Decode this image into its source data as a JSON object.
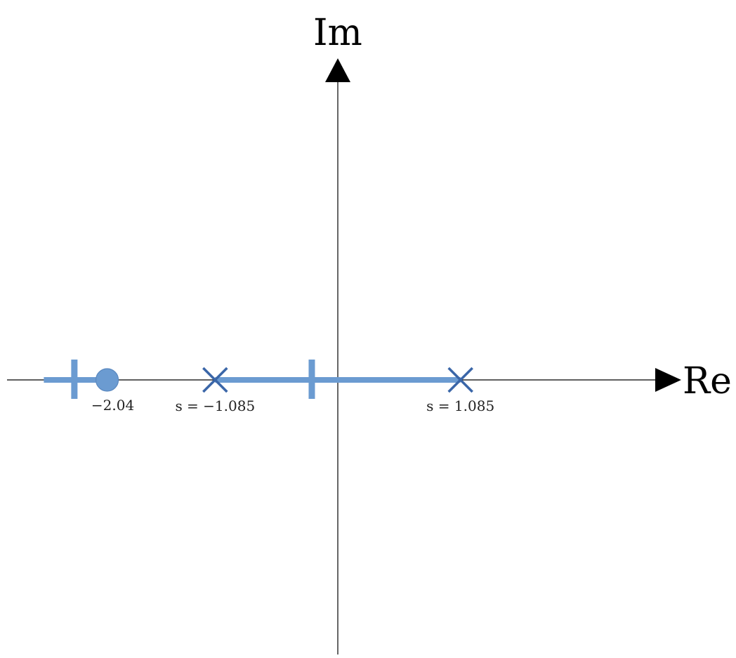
{
  "axes": {
    "imaginary_label": "Im",
    "real_label": "Re"
  },
  "colors": {
    "locus": "#6b9bd1",
    "pole": "#3a66a8",
    "axis": "#000000"
  },
  "root_locus": {
    "zero": {
      "value": -2.04,
      "label": "−2.04"
    },
    "poles": [
      {
        "value": -1.085,
        "label": "s = −1.085"
      },
      {
        "value": 1.085,
        "label": "s = 1.085"
      }
    ],
    "breakpoints": [
      {
        "value": -2.33
      },
      {
        "value": -0.23
      }
    ],
    "locus_segments": [
      {
        "from": -2.6,
        "to": -2.04
      },
      {
        "from": -1.085,
        "to": 1.085
      }
    ]
  }
}
